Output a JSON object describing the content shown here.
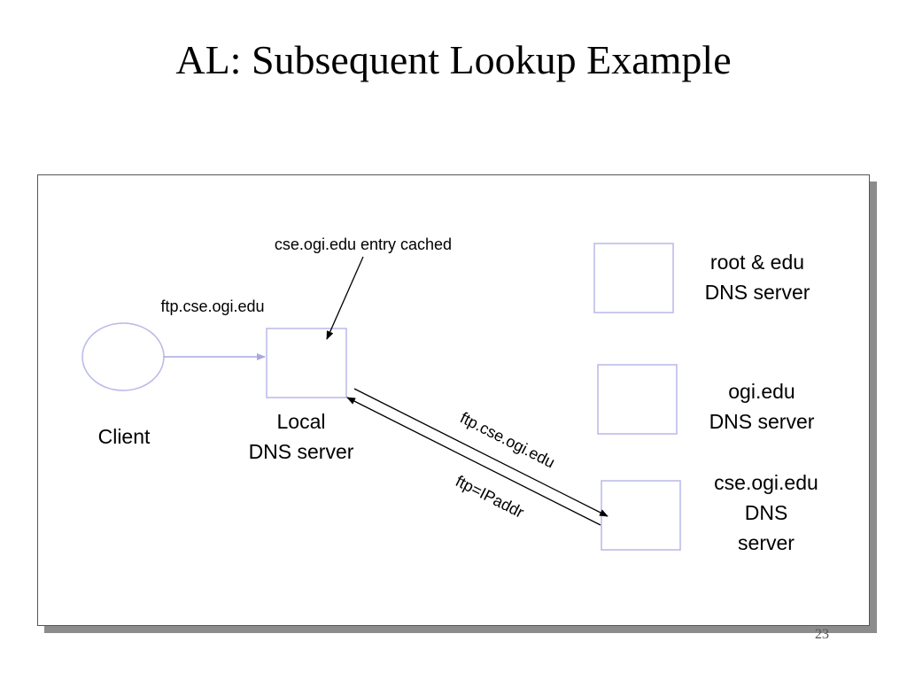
{
  "slide": {
    "title": "AL: Subsequent Lookup Example",
    "page_number": "23"
  },
  "diagram": {
    "nodes": {
      "client": {
        "label": "Client"
      },
      "local_dns": {
        "label_line1": "Local",
        "label_line2": "DNS server"
      },
      "root_dns": {
        "label_line1": "root & edu",
        "label_line2": "DNS server"
      },
      "ogi_dns": {
        "label_line1": "ogi.edu",
        "label_line2": "DNS server"
      },
      "cse_dns": {
        "label_line1": "cse.ogi.edu",
        "label_line2": "DNS",
        "label_line3": "server"
      }
    },
    "annotations": {
      "cache_note": "cse.ogi.edu entry cached",
      "client_query": "ftp.cse.ogi.edu",
      "forward_query": "ftp.cse.ogi.edu",
      "reply": "ftp=IPaddr"
    },
    "colors": {
      "node_outline": "#b8b8e8",
      "client_arrow": "#a8a8e0",
      "message_arrow": "#000000"
    }
  }
}
